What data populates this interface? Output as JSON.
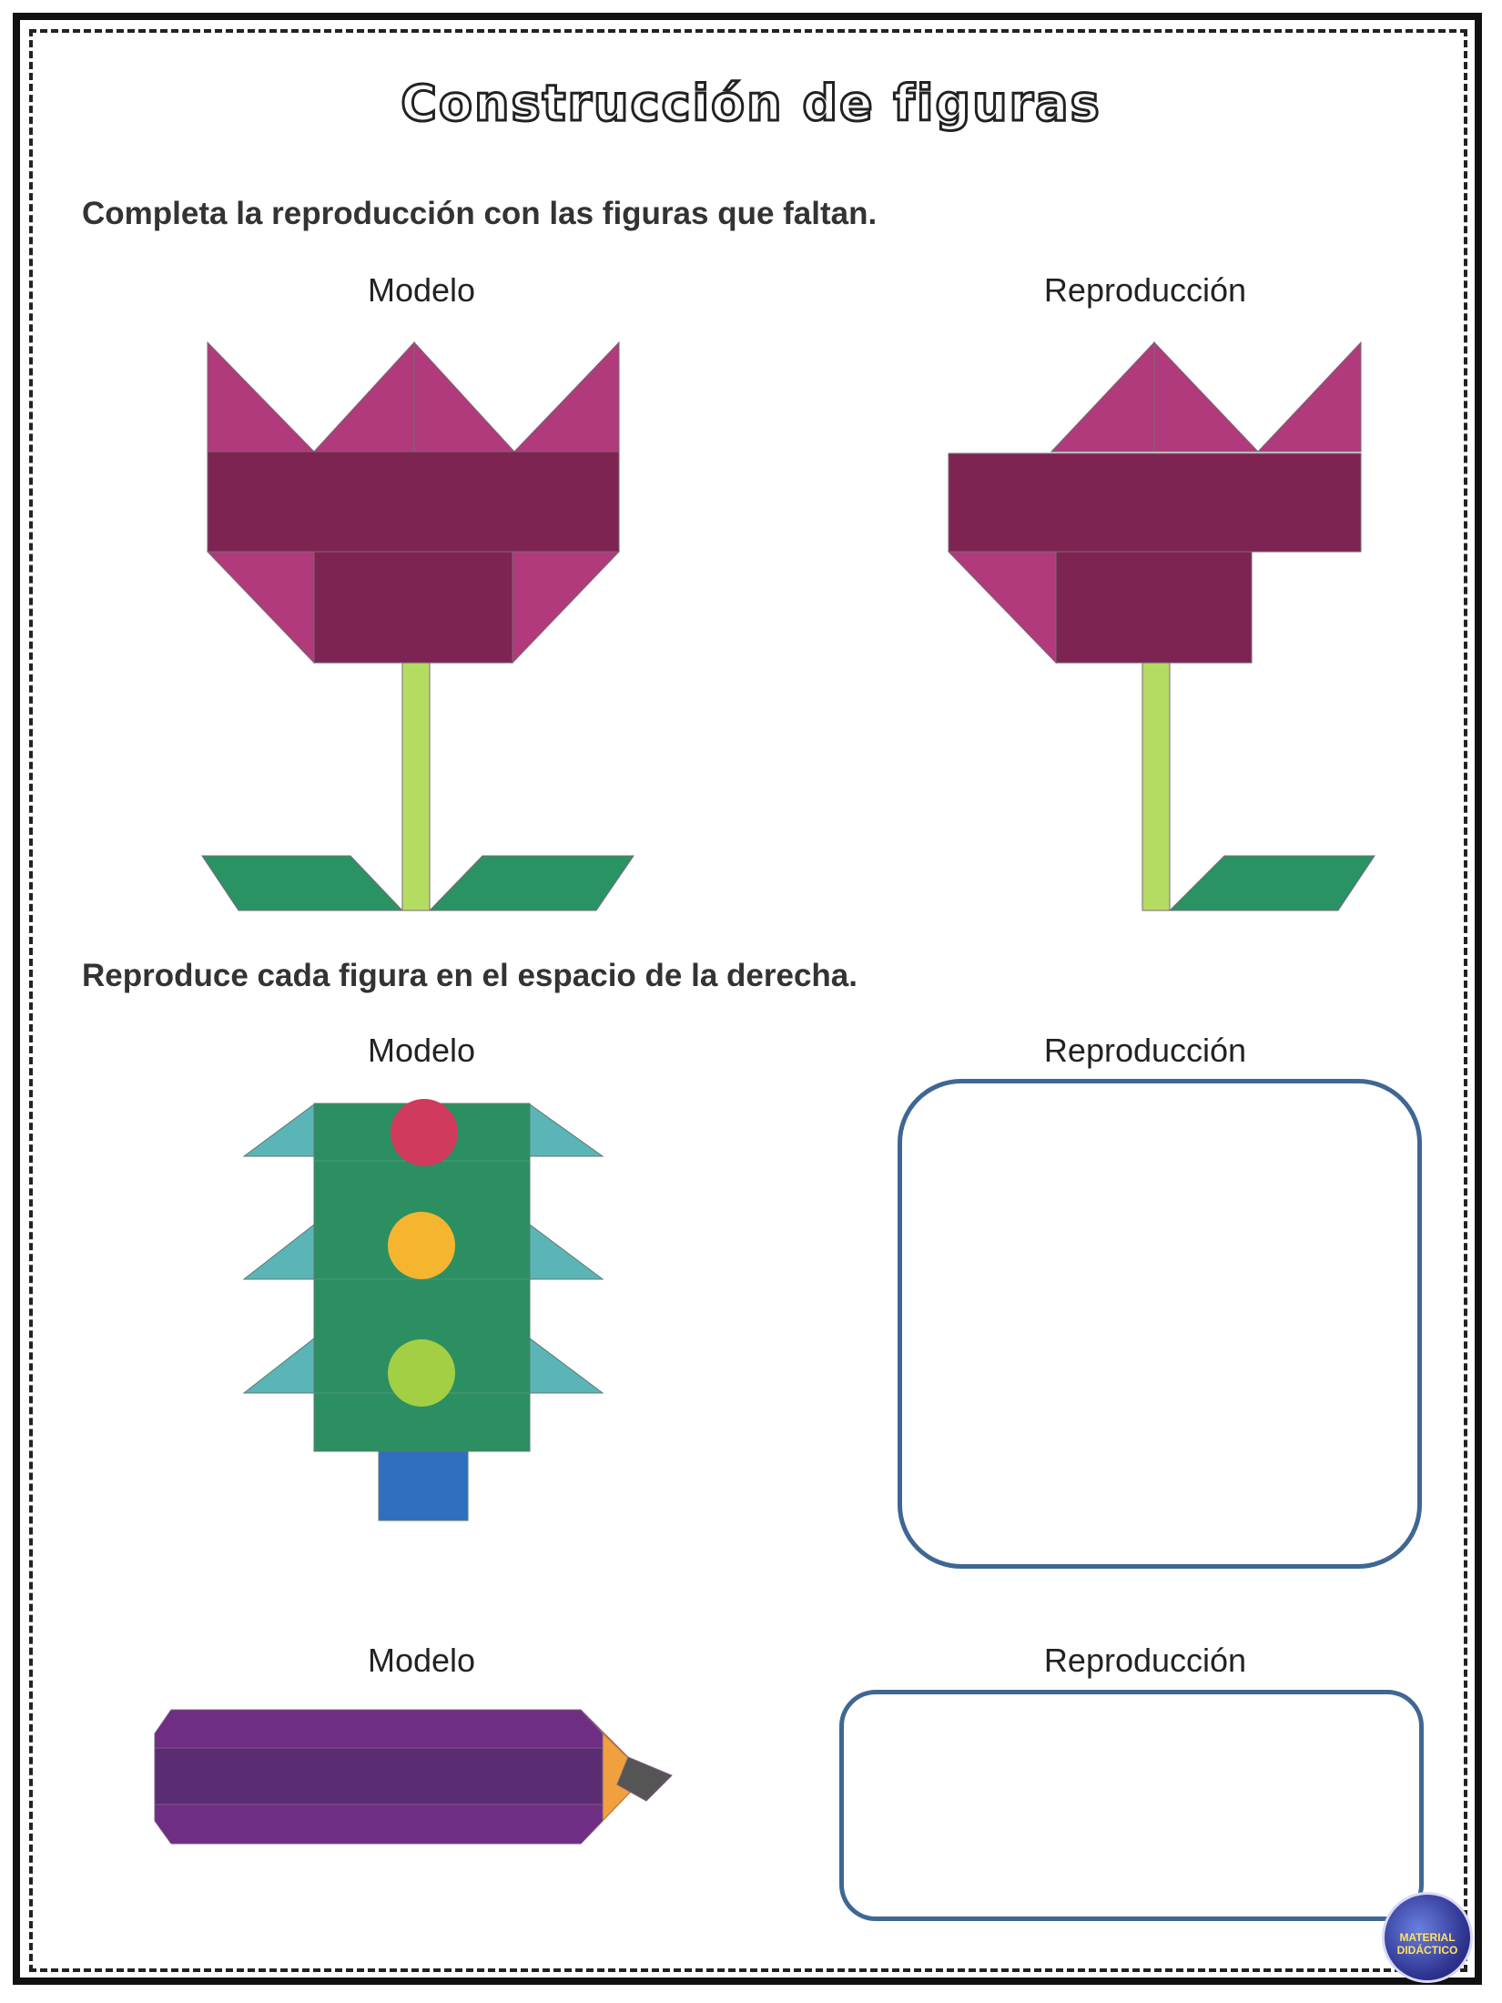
{
  "title": "Construcción de figuras",
  "section1": {
    "instruction": "Completa la reproducción con las figuras que faltan.",
    "model_label": "Modelo",
    "reproduction_label": "Reproducción"
  },
  "section2": {
    "instruction": "Reproduce cada figura en el espacio de la derecha.",
    "traffic_light": {
      "model_label": "Modelo",
      "reproduction_label": "Reproducción"
    },
    "pencil": {
      "model_label": "Modelo",
      "reproduction_label": "Reproducción"
    }
  },
  "logo": {
    "line1": "MATERIAL",
    "line2": "DIDÁCTICO"
  },
  "colors": {
    "petal": "#b03a7b",
    "flower_body": "#7d2452",
    "stem": "#b5dc62",
    "leaf": "#2a9363",
    "tree_body": "#2c8f62",
    "tree_branch": "#5bb5b7",
    "red_dot": "#d03a5c",
    "yellow_dot": "#f5b52f",
    "green_dot": "#a2cf44",
    "trunk": "#2e6fbf",
    "pencil_body": "#6d2e83",
    "pencil_band": "#5a2d72",
    "pencil_tip": "#f0a03f",
    "pencil_lead": "#555555",
    "box_border": "#3f6794"
  }
}
